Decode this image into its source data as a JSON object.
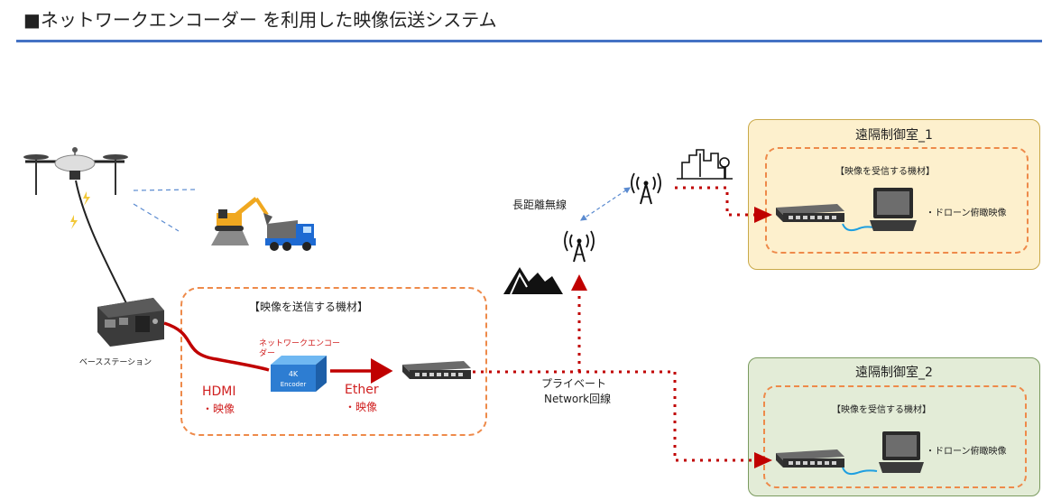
{
  "title": "■ネットワークエンコーダー を利用した映像伝送システム",
  "colors": {
    "rule": "#4472c4",
    "link_red": "#c00000",
    "dash_orange": "#ee8a4a",
    "room1_bg": "#fdf0cd",
    "room2_bg": "#e3ecd7",
    "wireless_blue": "#5b8bd0"
  },
  "tx_box_label": "【映像を送信する機材】",
  "base_station_label": "ベースステーション",
  "encoder": {
    "label": "ネットワークエンコーダー",
    "top_text": "4K",
    "bottom_text": "Encoder"
  },
  "hdmi": {
    "line1": "HDMI",
    "line2": "・映像"
  },
  "ether": {
    "line1": "Ether",
    "line2": "・映像"
  },
  "long_range_wireless": "長距離無線",
  "network": {
    "line1": "プライベート",
    "line2": "Network回線"
  },
  "rooms": [
    {
      "title": "遠隔制御室_1",
      "box_label": "【映像を受信する機材】",
      "monitor_label": "・ドローン俯瞰映像"
    },
    {
      "title": "遠隔制御室_2",
      "box_label": "【映像を受信する機材】",
      "monitor_label": "・ドローン俯瞰映像"
    }
  ],
  "icons": [
    "drone-icon",
    "excavator-icon",
    "dump-truck-icon",
    "base-station-icon",
    "encoder-icon",
    "switch-icon",
    "antenna-icon",
    "mountain-icon",
    "city-icon",
    "laptop-icon"
  ]
}
